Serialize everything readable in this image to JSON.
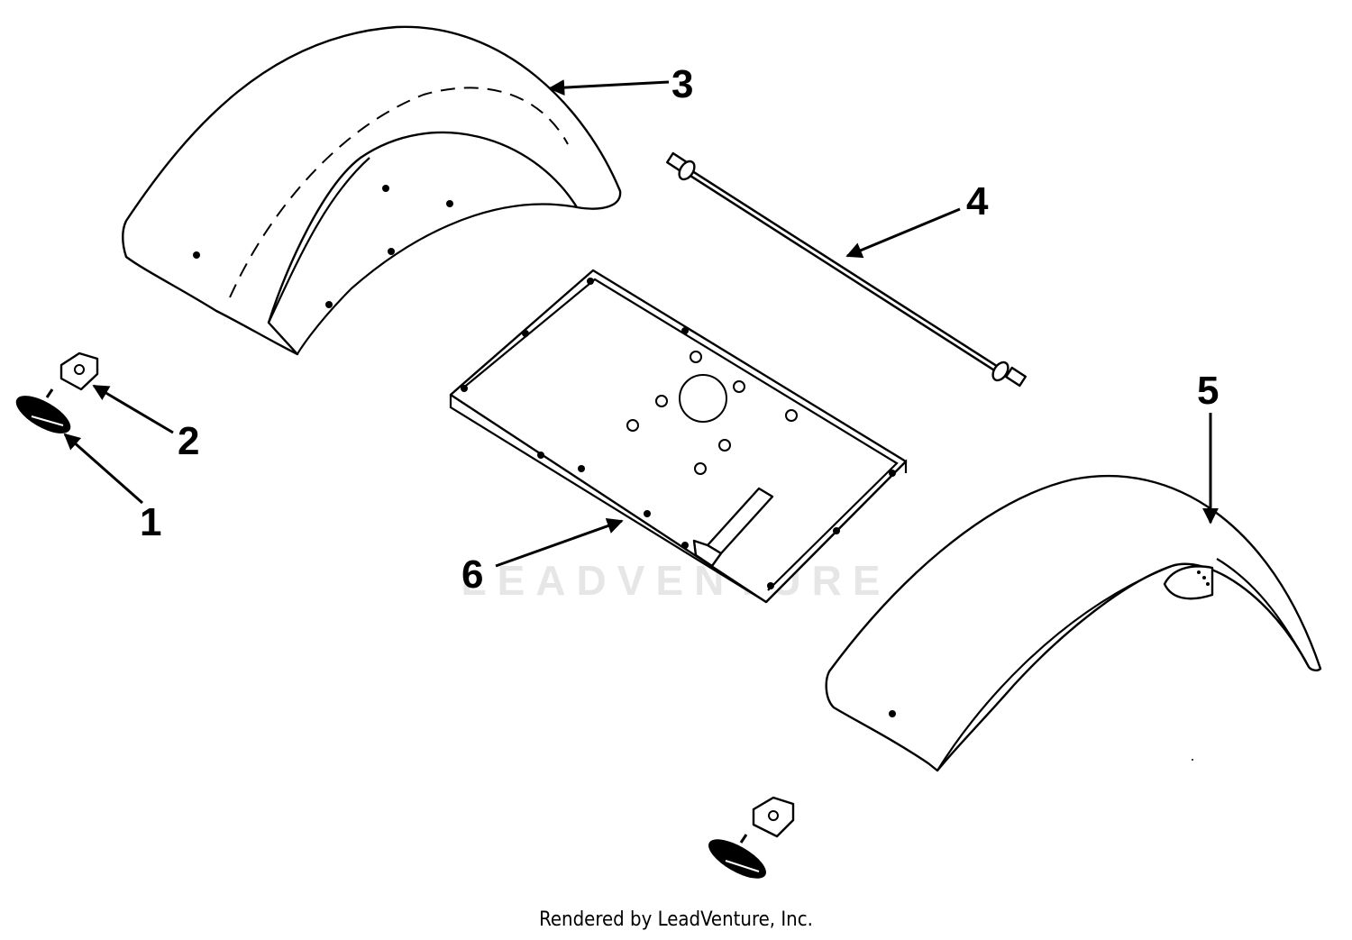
{
  "callouts": {
    "part_1": "1",
    "part_2": "2",
    "part_3": "3",
    "part_4": "4",
    "part_5": "5",
    "part_6": "6"
  },
  "watermark": "LEADVENTURE",
  "footer": {
    "credit": "Rendered by LeadVenture, Inc."
  }
}
